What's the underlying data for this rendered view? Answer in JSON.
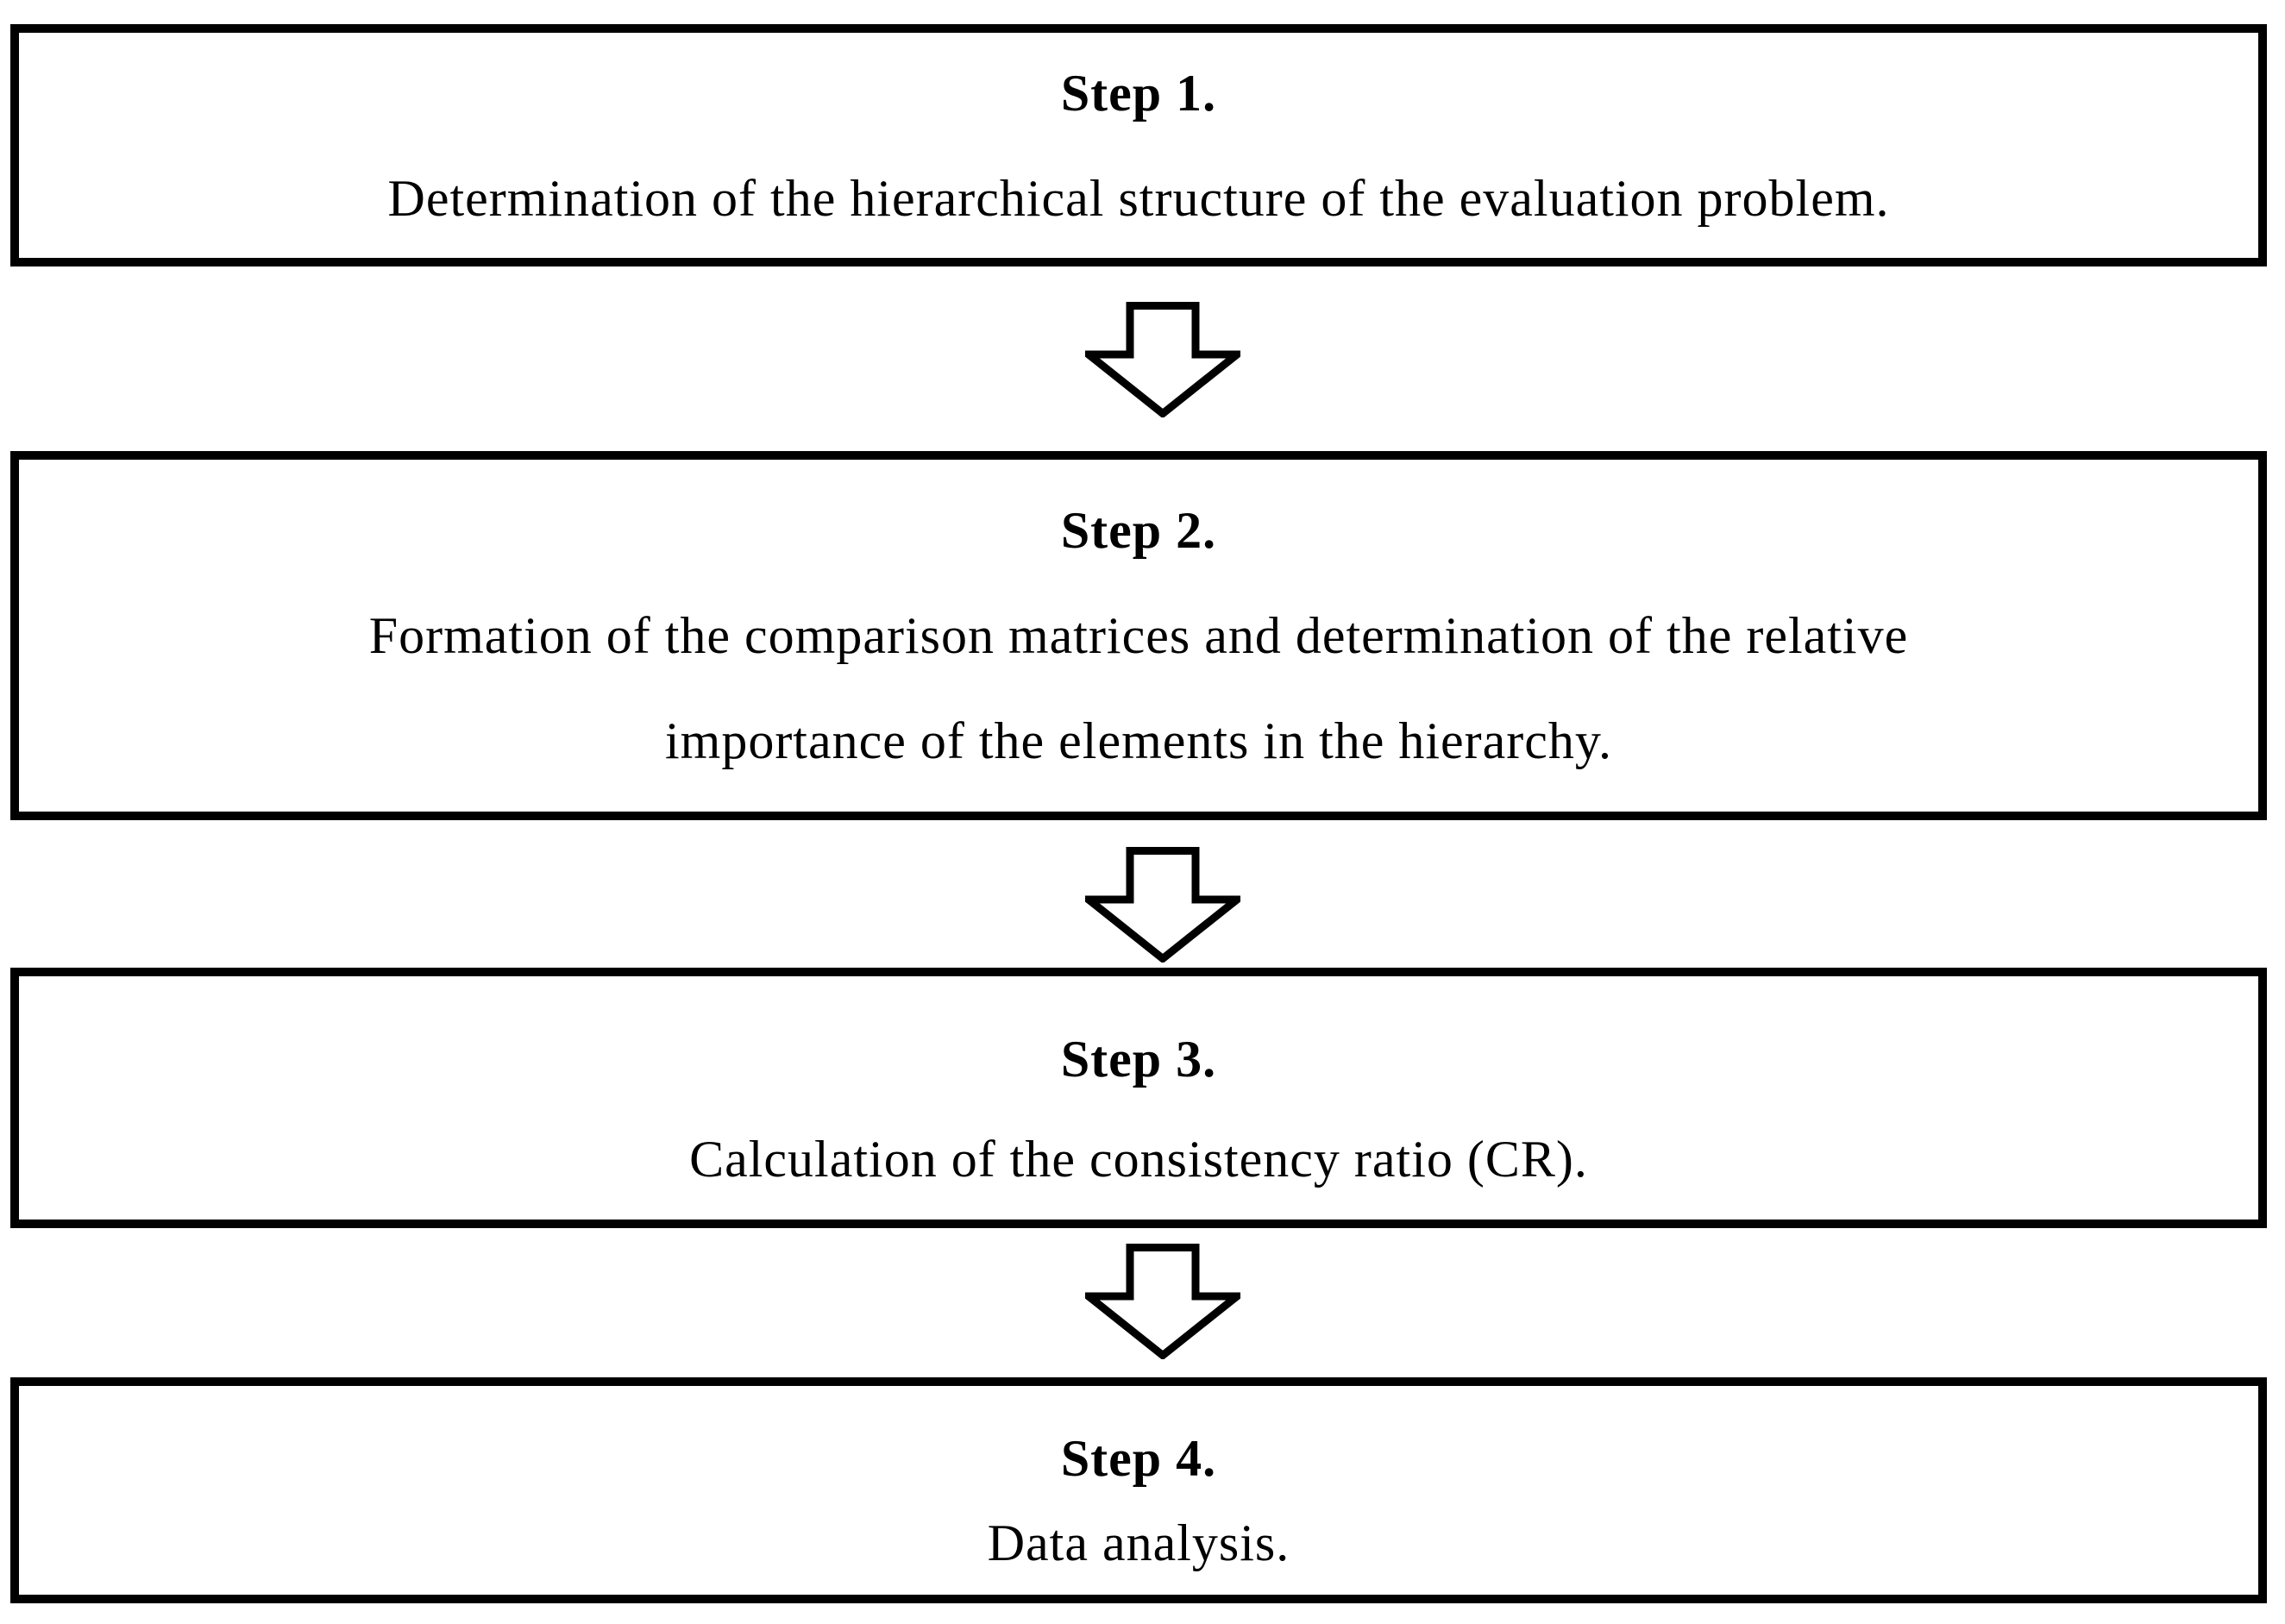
{
  "figure": {
    "type": "flowchart",
    "background_color": "#ffffff",
    "box_border_color": "#000000",
    "text_color": "#000000",
    "arrow_icon": "hollow-down-block-arrow",
    "steps": [
      {
        "heading": "Step 1.",
        "lines": [
          "Determination of the hierarchical structure of the evaluation problem."
        ]
      },
      {
        "heading": "Step 2.",
        "lines": [
          "Formation of the comparison matrices and determination of the relative",
          "importance of the elements in the hierarchy."
        ]
      },
      {
        "heading": "Step 3.",
        "lines": [
          "Calculation of the consistency ratio (CR)."
        ]
      },
      {
        "heading": "Step 4.",
        "lines": [
          "Data analysis."
        ]
      }
    ]
  }
}
